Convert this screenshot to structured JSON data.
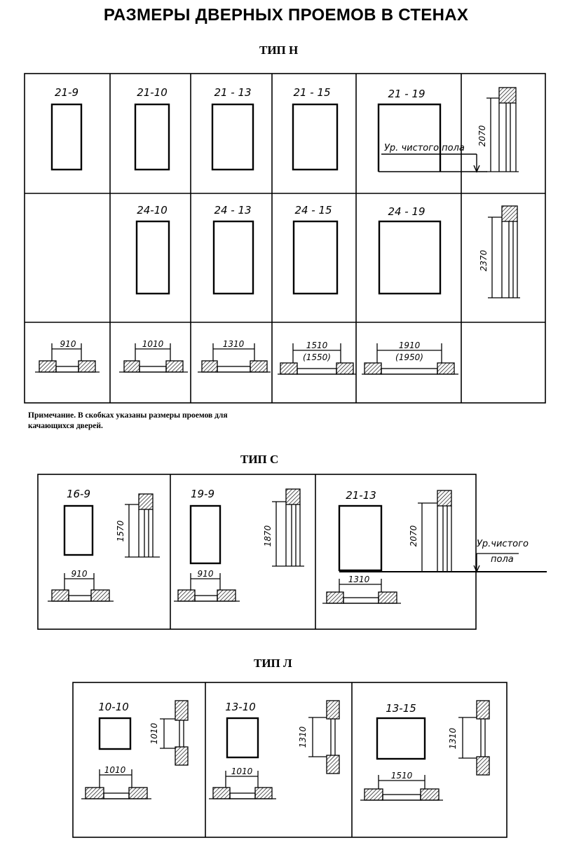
{
  "title": "РАЗМЕРЫ ДВЕРНЫХ ПРОЕМОВ В СТЕНАХ",
  "note": {
    "line1": "Примечание. В скобках указаны размеры проемов для",
    "line2": "качающихся дверей."
  },
  "sections": {
    "h": {
      "title": "ТИП Н",
      "row1": [
        "21-9",
        "21-10",
        "21 - 13",
        "21 - 15",
        "21 - 19"
      ],
      "row2": [
        "24-10",
        "24 - 13",
        "24 - 15",
        "24 - 19"
      ],
      "widths": [
        "910",
        "1010",
        "1310",
        "1510",
        "1910"
      ],
      "swing_widths": [
        "(1550)",
        "(1950)"
      ],
      "heights": [
        "2070",
        "2370"
      ],
      "floor_label": "Ур. чистого пола"
    },
    "c": {
      "title": "ТИП С",
      "labels": [
        "16-9",
        "19-9",
        "21-13"
      ],
      "heights": [
        "1570",
        "1870",
        "2070"
      ],
      "widths": [
        "910",
        "910",
        "1310"
      ],
      "floor_label_1": "Ур.чистого",
      "floor_label_2": "пола"
    },
    "l": {
      "title": "ТИП Л",
      "labels": [
        "10-10",
        "13-10",
        "13-15"
      ],
      "heights": [
        "1010",
        "1310",
        "1310"
      ],
      "widths": [
        "1010",
        "1010",
        "1510"
      ]
    }
  }
}
